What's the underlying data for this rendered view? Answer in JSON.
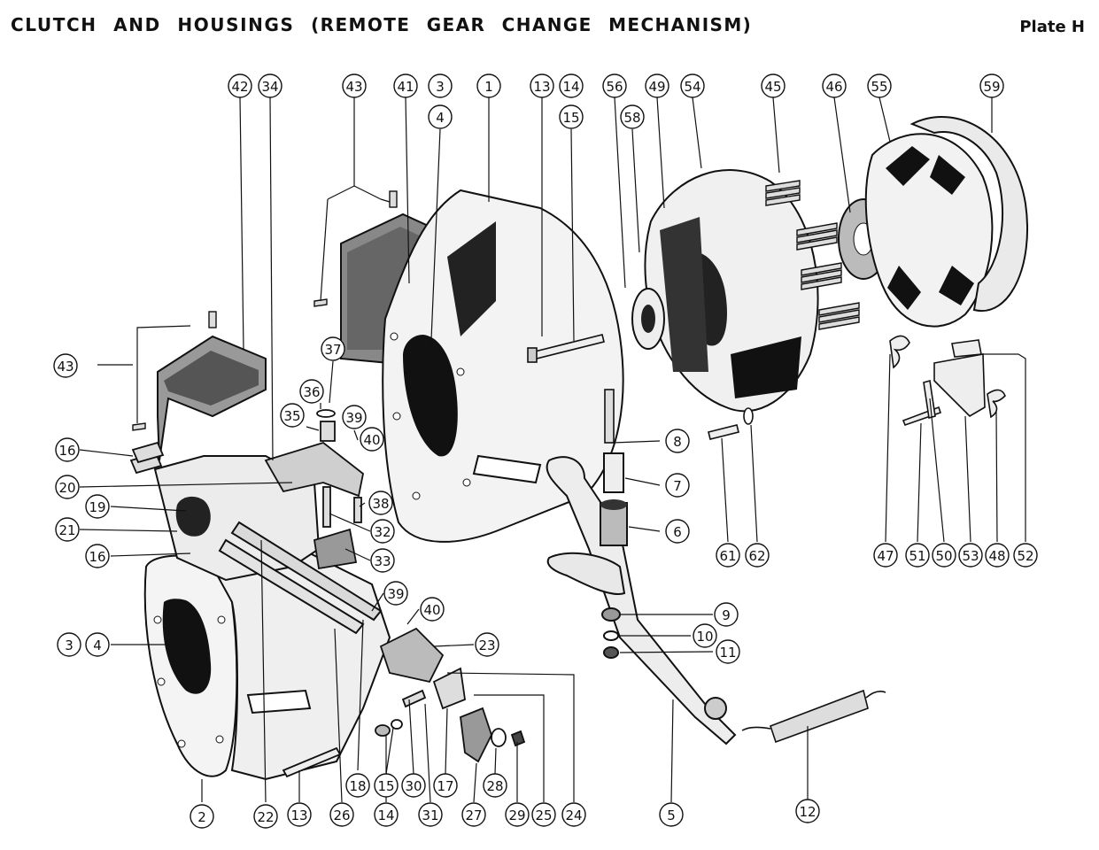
{
  "title": "CLUTCH AND HOUSINGS",
  "subtitle": "(REMOTE GEAR CHANGE MECHANISM)",
  "plate": "Plate H",
  "callouts": [
    {
      "id": "c42",
      "label": "42"
    },
    {
      "id": "c34",
      "label": "34"
    },
    {
      "id": "c43a",
      "label": "43"
    },
    {
      "id": "c41",
      "label": "41"
    },
    {
      "id": "c3a",
      "label": "3"
    },
    {
      "id": "c4a",
      "label": "4"
    },
    {
      "id": "c1",
      "label": "1"
    },
    {
      "id": "c13a",
      "label": "13"
    },
    {
      "id": "c14a",
      "label": "14"
    },
    {
      "id": "c15a",
      "label": "15"
    },
    {
      "id": "c56",
      "label": "56"
    },
    {
      "id": "c58",
      "label": "58"
    },
    {
      "id": "c49",
      "label": "49"
    },
    {
      "id": "c54",
      "label": "54"
    },
    {
      "id": "c45",
      "label": "45"
    },
    {
      "id": "c46",
      "label": "46"
    },
    {
      "id": "c55",
      "label": "55"
    },
    {
      "id": "c59",
      "label": "59"
    },
    {
      "id": "c43b",
      "label": "43"
    },
    {
      "id": "c37",
      "label": "37"
    },
    {
      "id": "c36",
      "label": "36"
    },
    {
      "id": "c35",
      "label": "35"
    },
    {
      "id": "c39a",
      "label": "39"
    },
    {
      "id": "c40a",
      "label": "40"
    },
    {
      "id": "c16a",
      "label": "16"
    },
    {
      "id": "c20",
      "label": "20"
    },
    {
      "id": "c19",
      "label": "19"
    },
    {
      "id": "c21",
      "label": "21"
    },
    {
      "id": "c16b",
      "label": "16"
    },
    {
      "id": "c38",
      "label": "38"
    },
    {
      "id": "c32",
      "label": "32"
    },
    {
      "id": "c33",
      "label": "33"
    },
    {
      "id": "c39b",
      "label": "39"
    },
    {
      "id": "c40b",
      "label": "40"
    },
    {
      "id": "c23",
      "label": "23"
    },
    {
      "id": "c3b",
      "label": "3"
    },
    {
      "id": "c4b",
      "label": "4"
    },
    {
      "id": "c8",
      "label": "8"
    },
    {
      "id": "c7",
      "label": "7"
    },
    {
      "id": "c6",
      "label": "6"
    },
    {
      "id": "c9",
      "label": "9"
    },
    {
      "id": "c10",
      "label": "10"
    },
    {
      "id": "c11",
      "label": "11"
    },
    {
      "id": "c61",
      "label": "61"
    },
    {
      "id": "c62",
      "label": "62"
    },
    {
      "id": "c47",
      "label": "47"
    },
    {
      "id": "c51",
      "label": "51"
    },
    {
      "id": "c50",
      "label": "50"
    },
    {
      "id": "c53",
      "label": "53"
    },
    {
      "id": "c48",
      "label": "48"
    },
    {
      "id": "c52",
      "label": "52"
    },
    {
      "id": "c2",
      "label": "2"
    },
    {
      "id": "c22",
      "label": "22"
    },
    {
      "id": "c13b",
      "label": "13"
    },
    {
      "id": "c26",
      "label": "26"
    },
    {
      "id": "c18",
      "label": "18"
    },
    {
      "id": "c14b",
      "label": "14"
    },
    {
      "id": "c15b",
      "label": "15"
    },
    {
      "id": "c30",
      "label": "30"
    },
    {
      "id": "c31",
      "label": "31"
    },
    {
      "id": "c17",
      "label": "17"
    },
    {
      "id": "c27",
      "label": "27"
    },
    {
      "id": "c28",
      "label": "28"
    },
    {
      "id": "c29",
      "label": "29"
    },
    {
      "id": "c25",
      "label": "25"
    },
    {
      "id": "c24",
      "label": "24"
    },
    {
      "id": "c5",
      "label": "5"
    },
    {
      "id": "c12",
      "label": "12"
    }
  ]
}
